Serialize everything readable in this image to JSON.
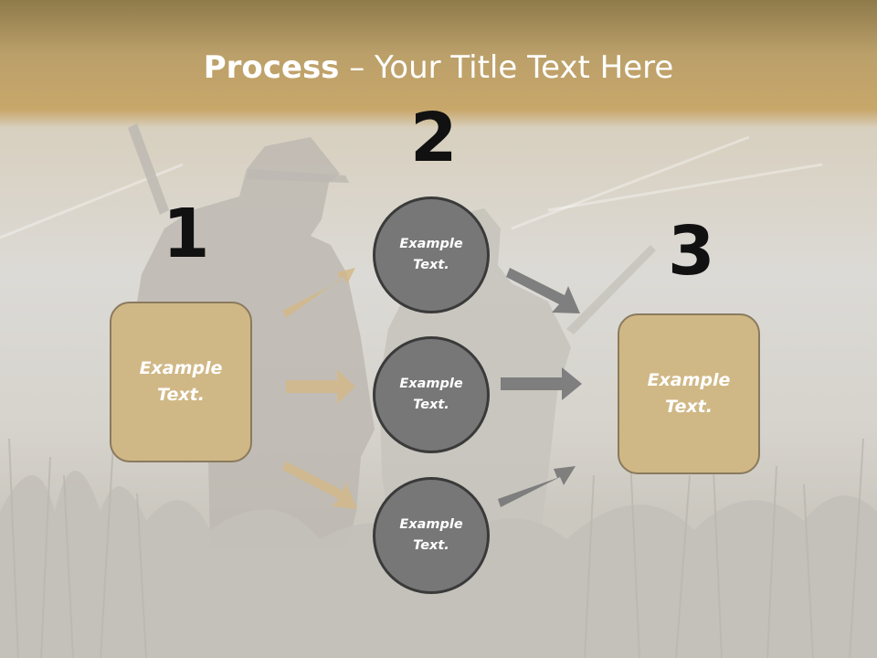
{
  "title": {
    "bold": "Process",
    "rest": " – Your Title Text Here"
  },
  "steps": {
    "one": {
      "number": "1",
      "text": "Example Text."
    },
    "two": {
      "number": "2",
      "items": [
        "Example Text.",
        "Example Text.",
        "Example Text."
      ]
    },
    "three": {
      "number": "3",
      "text": "Example Text."
    }
  },
  "colors": {
    "box_fill": "#d0b886",
    "circle_fill": "#777777",
    "left_arrow": "#d2b889",
    "right_arrow": "#7a7a7a"
  }
}
